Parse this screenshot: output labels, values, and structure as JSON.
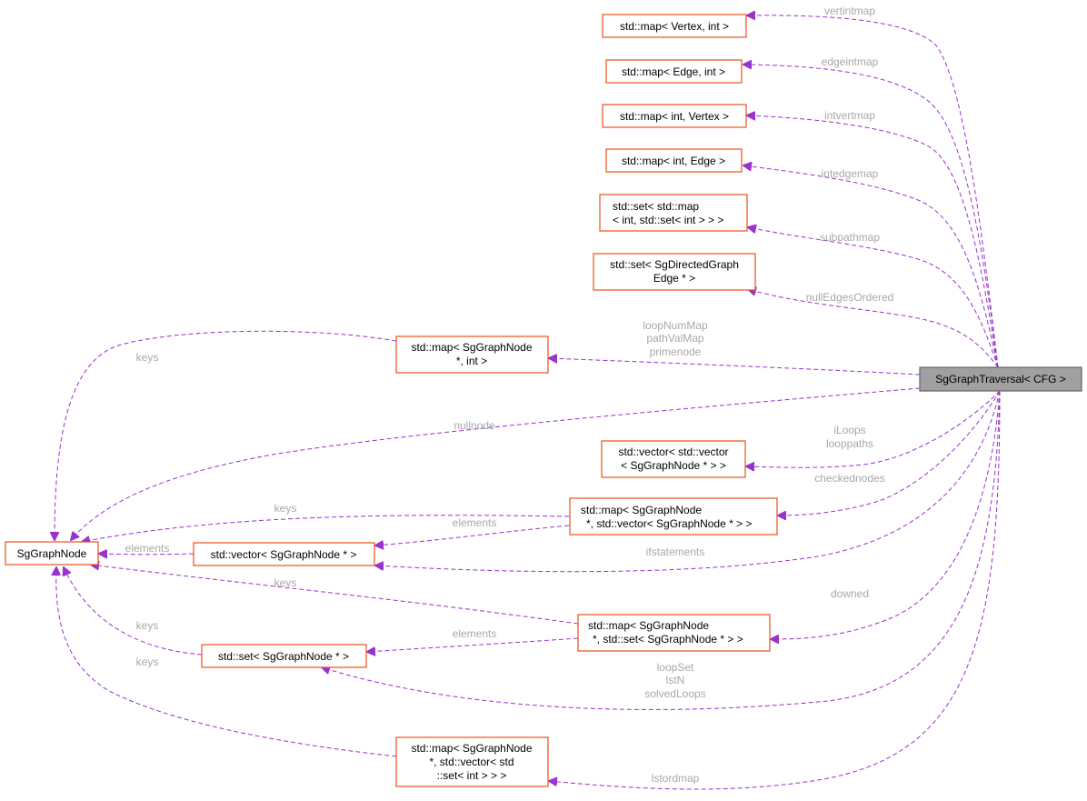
{
  "diagram": {
    "nodes": {
      "main": "SgGraphTraversal< CFG >",
      "vertintmap_type": "std::map< Vertex, int >",
      "edgeintmap_type": "std::map< Edge, int >",
      "intvertmap_type": "std::map< int, Vertex >",
      "intedgemap_type": "std::map< int, Edge >",
      "subpathmap_type": [
        "std::set< std::map",
        "< int, std::set< int > > >"
      ],
      "nulledges_type": [
        "std::set< SgDirectedGraph",
        "Edge * >"
      ],
      "nodeint_map": [
        "std::map< SgGraphNode",
        "*, int >"
      ],
      "sggraphnode": "SgGraphNode",
      "vecvec_type": [
        "std::vector< std::vector",
        "< SgGraphNode * > >"
      ],
      "mapvec_type": [
        "std::map< SgGraphNode",
        "*, std::vector< SgGraphNode * > >"
      ],
      "vector_type": "std::vector< SgGraphNode * >",
      "mapset_type": [
        "std::map< SgGraphNode",
        "*, std::set< SgGraphNode * > >"
      ],
      "set_type": "std::set< SgGraphNode * >",
      "mapvecset_type": [
        "std::map< SgGraphNode",
        "*, std::vector< std",
        "::set< int > > >"
      ]
    },
    "edge_labels": {
      "vertintmap": "vertintmap",
      "edgeintmap": "edgeintmap",
      "intvertmap": "intvertmap",
      "intedgemap": "intedgemap",
      "subpathmap": "subpathmap",
      "nullEdgesOrdered": "nullEdgesOrdered",
      "nodeint": [
        "loopNumMap",
        "pathValMap",
        "primenode"
      ],
      "nullnode": "nullnode",
      "vecvec": [
        "iLoops",
        "looppaths"
      ],
      "checkednodes": "checkednodes",
      "ifstatements": "ifstatements",
      "downed": "downed",
      "setlabels": [
        "loopSet",
        "lstN",
        "solvedLoops"
      ],
      "lstordmap": "lstordmap",
      "keys": "keys",
      "elements": "elements"
    },
    "colors": {
      "edge": "#9a32cd",
      "node_border": "#e8501a",
      "main_fill": "#a0a0a0",
      "label": "#a8a8a8"
    }
  }
}
